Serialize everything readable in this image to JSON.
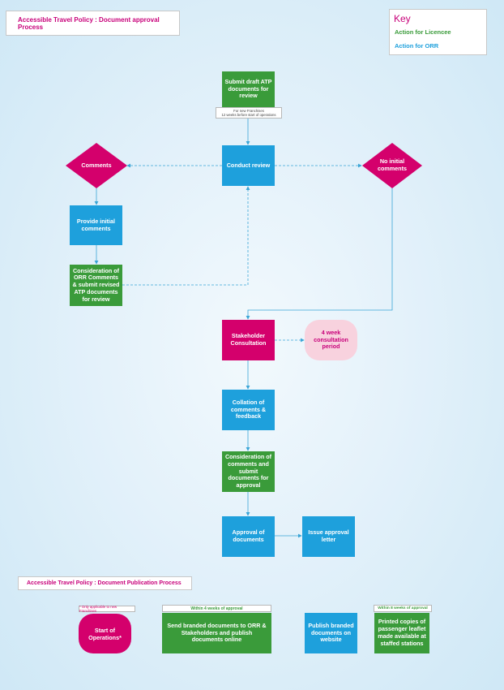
{
  "colors": {
    "licensee": "#3a9b3a",
    "orr": "#1ea0dc",
    "magenta": "#d4006c",
    "pink": "#f8d2de",
    "connector": "#3aa5d6"
  },
  "approval_title": "Accessible Travel Policy : Document approval Process",
  "key": {
    "title": "Key",
    "licensee": "Action for Licencee",
    "orr": "Action for ORR"
  },
  "nodes": {
    "submit": "Submit draft ATP documents for review",
    "submit_note_line1": "For new Franchises",
    "submit_note_line2": "12 weeks before start of operations",
    "conduct": "Conduct review",
    "comments": "Comments",
    "no_comments": "No initial comments",
    "provide": "Provide initial comments",
    "consider_orr": "Consideration of ORR Comments & submit revised ATP documents for review",
    "stakeholder": "Stakeholder Consultation",
    "consultation_period": "4 week consultation period",
    "collation": "Collation of comments & feedback",
    "consider_comments": "Consideration of comments and submit documents for approval",
    "approval": "Approval of documents",
    "issue": "Issue approval letter"
  },
  "publication": {
    "title": "Accessible Travel Policy : Document Publication  Process",
    "franchise_note": "* Only applicable to new Franchises",
    "start": "Start of Operations*",
    "within4": "Within 4 weeks of approval",
    "send": "Send branded documents to ORR & Stakeholders and publish documents online",
    "publish": "Publish branded documents on website",
    "within8": "Within 8 weeks of approval",
    "printed": "Printed copies of passenger leaflet made available at staffed stations"
  }
}
